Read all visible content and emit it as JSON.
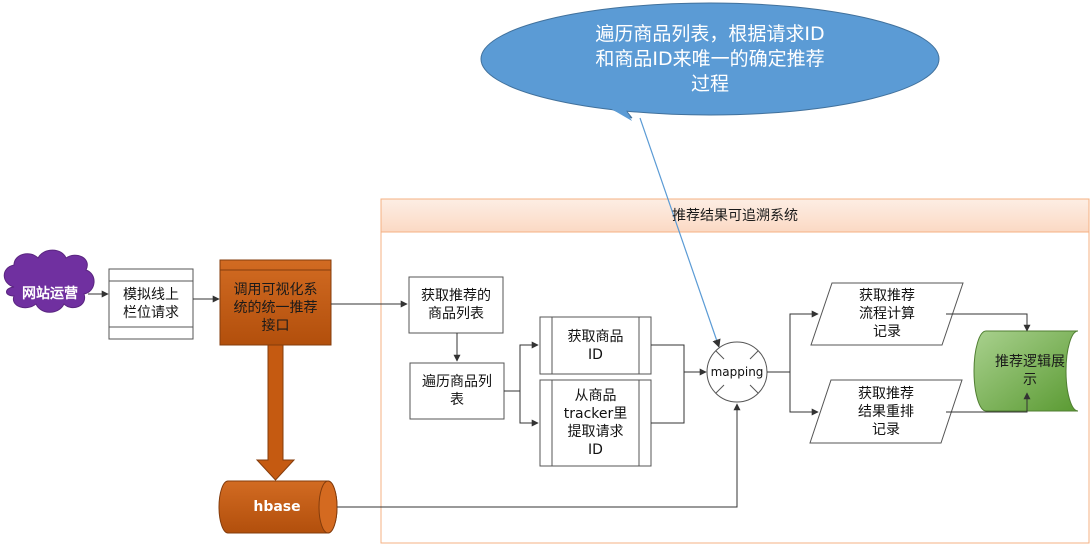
{
  "callout": {
    "text": "遍历商品列表，根据请求ID\n和商品ID来唯一的确定推荐\n过程",
    "fill": "#5b9bd5",
    "stroke": "#41719c"
  },
  "system_panel": {
    "title": "推荐结果可追溯系统",
    "header_fill": "#fce4d6",
    "border": "#f4b183"
  },
  "nodes": {
    "website_ops": "网站运营",
    "simulate_request": "模拟线上\n栏位请求",
    "invoke_api": "调用可视化系\n统的统一推荐\n接口",
    "get_rec_list": "获取推荐的\n商品列表",
    "iterate_list": "遍历商品列\n表",
    "get_item_id": "获取商品\nID",
    "extract_request_id": "从商品\ntracker里\n提取请求\nID",
    "mapping": "mapping",
    "calc_record": "获取推荐\n流程计算\n记录",
    "rerank_record": "获取推荐\n结果重排\n记录",
    "display": "推荐逻辑展\n示",
    "hbase": "hbase"
  },
  "colors": {
    "cloud": "#7030a0",
    "orange": "#c55a11",
    "green": "#70ad47",
    "line": "#404040"
  }
}
